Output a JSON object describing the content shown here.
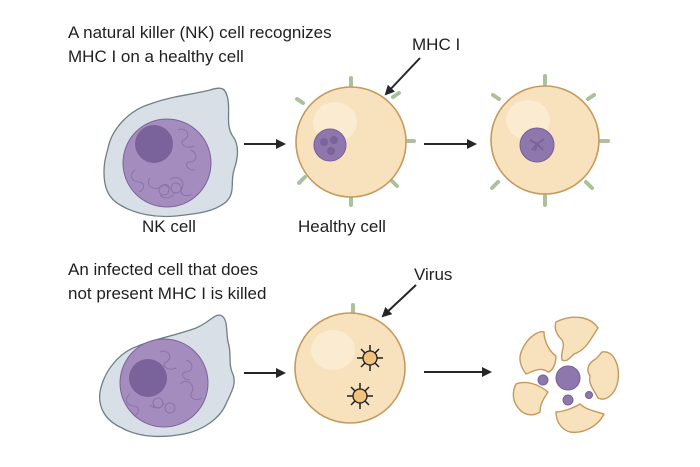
{
  "top_panel": {
    "caption_line1": "A natural killer (NK) cell recognizes",
    "caption_line2": "MHC I on a healthy cell",
    "nk_cell_label": "NK cell",
    "healthy_cell_label": "Healthy cell",
    "callout_label": "MHC I"
  },
  "bottom_panel": {
    "caption_line1": "An infected cell that does",
    "caption_line2": "not present MHC I is killed",
    "callout_label": "Virus"
  },
  "colors": {
    "nk_cytoplasm": "#d9dfe6",
    "nk_membrane": "#6f7f86",
    "nk_nucleus": "#a58cbf",
    "nk_nucleolus": "#7a639a",
    "cell_fill": "#f8e1bd",
    "cell_border": "#c59a5c",
    "mhc_receptor": "#a9c29d",
    "nucleus": "#8d77ad",
    "arrow": "#262626"
  }
}
